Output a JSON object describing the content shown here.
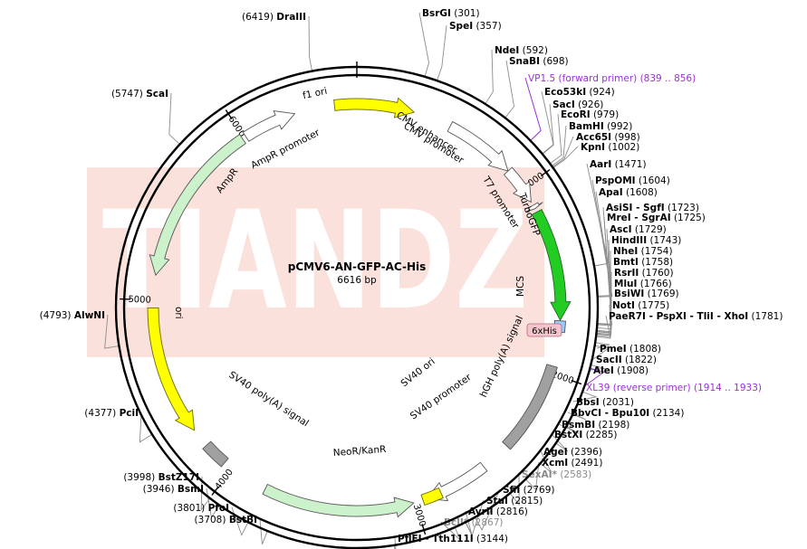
{
  "plasmid": {
    "name": "pCMV6-AN-GFP-AC-His",
    "size_label": "6616 bp",
    "length": 6616,
    "watermark": "TIANDZ"
  },
  "ticks": [
    {
      "bp": 1000,
      "label": "1000"
    },
    {
      "bp": 2000,
      "label": "2000"
    },
    {
      "bp": 3000,
      "label": "3000"
    },
    {
      "bp": 4000,
      "label": "4000"
    },
    {
      "bp": 5000,
      "label": "5000"
    },
    {
      "bp": 6000,
      "label": "6000"
    }
  ],
  "features": [
    {
      "name": "f1 ori",
      "start": 6500,
      "end": 6616,
      "end2": 300,
      "dir": "cw",
      "color": "#ffff00",
      "stroke": "#6a6a00"
    },
    {
      "name": "AmpR promoter",
      "start": 6010,
      "end": 6290,
      "dir": "cw",
      "color": "#ffffff",
      "stroke": "#555555"
    },
    {
      "name": "AmpR",
      "start": 5130,
      "end": 5990,
      "dir": "ccw",
      "color": "#ccf2cc",
      "stroke": "#555555"
    },
    {
      "name": "ori",
      "start": 4280,
      "end": 4960,
      "dir": "ccw",
      "color": "#ffff00",
      "stroke": "#6a6a00"
    },
    {
      "name": "CMV enhancer",
      "start": 500,
      "end": 880,
      "dir": "cw",
      "color": "#ffffff",
      "stroke": "#555555"
    },
    {
      "name": "CMV promoter",
      "start": 880,
      "end": 1080,
      "dir": "cw",
      "color": "#ffffff",
      "stroke": "#555555"
    },
    {
      "name": "T7 promoter",
      "start": 1100,
      "end": 1120,
      "dir": "cw",
      "color": "#ffffff",
      "stroke": "#555555"
    },
    {
      "name": "TurboGFP",
      "start": 1140,
      "end": 1720,
      "dir": "cw",
      "color": "#22cc22",
      "stroke": "#226622"
    },
    {
      "name": "MCS",
      "start": 1723,
      "end": 1781,
      "dir": "none",
      "color": "#99ccff",
      "stroke": "#555555"
    },
    {
      "name": "hGH poly(A) signal",
      "start": 1960,
      "end": 2440,
      "dir": "none",
      "color": "#a0a0a0",
      "stroke": "#555555"
    },
    {
      "name": "SV40 promoter",
      "start": 2600,
      "end": 2940,
      "dir": "cw",
      "color": "#ffffff",
      "stroke": "#555555"
    },
    {
      "name": "NeoR/KanR",
      "start": 3010,
      "end": 3800,
      "dir": "ccw",
      "color": "#ccf2cc",
      "stroke": "#555555"
    },
    {
      "name": "SV40 ori",
      "start": 2860,
      "end": 2960,
      "dir": "none",
      "color": "#ffff00",
      "stroke": "#6a6a00"
    },
    {
      "name": "SV40 poly(A) signal",
      "start": 4050,
      "end": 4180,
      "dir": "none",
      "color": "#a0a0a0",
      "stroke": "#555555"
    }
  ],
  "feature_labels": {
    "f1_ori": "f1 ori",
    "ampr_promoter": "AmpR promoter",
    "ampr": "AmpR",
    "ori": "ori",
    "cmv_enhancer": "CMV enhancer",
    "cmv_promoter": "CMV promoter",
    "t7_promoter": "T7 promoter",
    "turbogfp": "TurboGFP",
    "mcs": "MCS",
    "six_his": "6xHis",
    "hgh_polya": "hGH poly(A) signal",
    "sv40_ori": "SV40 ori",
    "sv40_promoter": "SV40 promoter",
    "neor": "NeoR/KanR",
    "sv40_polya": "SV40 poly(A) signal"
  },
  "sites_right": [
    {
      "name": "BsrGI",
      "pos": "(301)",
      "bp": 301
    },
    {
      "name": "SpeI",
      "pos": "(357)",
      "bp": 357
    },
    {
      "name": "NdeI",
      "pos": "(592)",
      "bp": 592
    },
    {
      "name": "SnaBI",
      "pos": "(698)",
      "bp": 698
    },
    {
      "name": "Eco53kI",
      "pos": "(924)",
      "bp": 924
    },
    {
      "name": "SacI",
      "pos": "(926)",
      "bp": 926
    },
    {
      "name": "EcoRI",
      "pos": "(979)",
      "bp": 979
    },
    {
      "name": "BamHI",
      "pos": "(992)",
      "bp": 992
    },
    {
      "name": "Acc65I",
      "pos": "(998)",
      "bp": 998
    },
    {
      "name": "KpnI",
      "pos": "(1002)",
      "bp": 1002
    },
    {
      "name": "AarI",
      "pos": "(1471)",
      "bp": 1471
    },
    {
      "name": "PspOMI",
      "pos": "(1604)",
      "bp": 1604
    },
    {
      "name": "ApaI",
      "pos": "(1608)",
      "bp": 1608
    },
    {
      "name": "AsiSI - SgfI",
      "pos": "(1723)",
      "bp": 1723
    },
    {
      "name": "MreI - SgrAI",
      "pos": "(1725)",
      "bp": 1725
    },
    {
      "name": "AscI",
      "pos": "(1729)",
      "bp": 1729
    },
    {
      "name": "HindIII",
      "pos": "(1743)",
      "bp": 1743
    },
    {
      "name": "NheI",
      "pos": "(1754)",
      "bp": 1754
    },
    {
      "name": "BmtI",
      "pos": "(1758)",
      "bp": 1758
    },
    {
      "name": "RsrII",
      "pos": "(1760)",
      "bp": 1760
    },
    {
      "name": "MluI",
      "pos": "(1766)",
      "bp": 1766
    },
    {
      "name": "BsiWI",
      "pos": "(1769)",
      "bp": 1769
    },
    {
      "name": "NotI",
      "pos": "(1775)",
      "bp": 1775
    },
    {
      "name": "PaeR7I - PspXI - TliI - XhoI",
      "pos": "(1781)",
      "bp": 1781
    },
    {
      "name": "PmeI",
      "pos": "(1808)",
      "bp": 1808
    },
    {
      "name": "SacII",
      "pos": "(1822)",
      "bp": 1822
    },
    {
      "name": "AleI",
      "pos": "(1908)",
      "bp": 1908
    },
    {
      "name": "BbsI",
      "pos": "(2031)",
      "bp": 2031
    },
    {
      "name": "BbvCI - Bpu10I",
      "pos": "(2134)",
      "bp": 2134
    },
    {
      "name": "BsmBI",
      "pos": "(2198)",
      "bp": 2198
    },
    {
      "name": "BstXI",
      "pos": "(2285)",
      "bp": 2285
    },
    {
      "name": "AgeI",
      "pos": "(2396)",
      "bp": 2396
    },
    {
      "name": "XcmI",
      "pos": "(2491)",
      "bp": 2491
    },
    {
      "name": "SexAI*",
      "pos": "(2583)",
      "bp": 2583,
      "muted": true
    },
    {
      "name": "SfiI",
      "pos": "(2769)",
      "bp": 2769
    },
    {
      "name": "StuI",
      "pos": "(2815)",
      "bp": 2815
    },
    {
      "name": "AvrII",
      "pos": "(2816)",
      "bp": 2816
    },
    {
      "name": "BclI*",
      "pos": "(2867)",
      "bp": 2867,
      "muted": true
    },
    {
      "name": "PflFI - Tth111I",
      "pos": "(3144)",
      "bp": 3144
    }
  ],
  "sites_left": [
    {
      "name": "DraIII",
      "pos": "(6419)",
      "bp": 6419
    },
    {
      "name": "ScaI",
      "pos": "(5747)",
      "bp": 5747
    },
    {
      "name": "AlwNI",
      "pos": "(4793)",
      "bp": 4793
    },
    {
      "name": "PciI",
      "pos": "(4377)",
      "bp": 4377
    },
    {
      "name": "BstZ17I",
      "pos": "(3998)",
      "bp": 3998
    },
    {
      "name": "BsmI",
      "pos": "(3946)",
      "bp": 3946
    },
    {
      "name": "PfoI",
      "pos": "(3801)",
      "bp": 3801
    },
    {
      "name": "BstBI",
      "pos": "(3708)",
      "bp": 3708
    }
  ],
  "primers": [
    {
      "text": "VP1.5 (forward primer)  (839 .. 856)",
      "bp": 847
    },
    {
      "text": "XL39 (reverse primer)  (1914 .. 1933)",
      "bp": 1923
    }
  ]
}
